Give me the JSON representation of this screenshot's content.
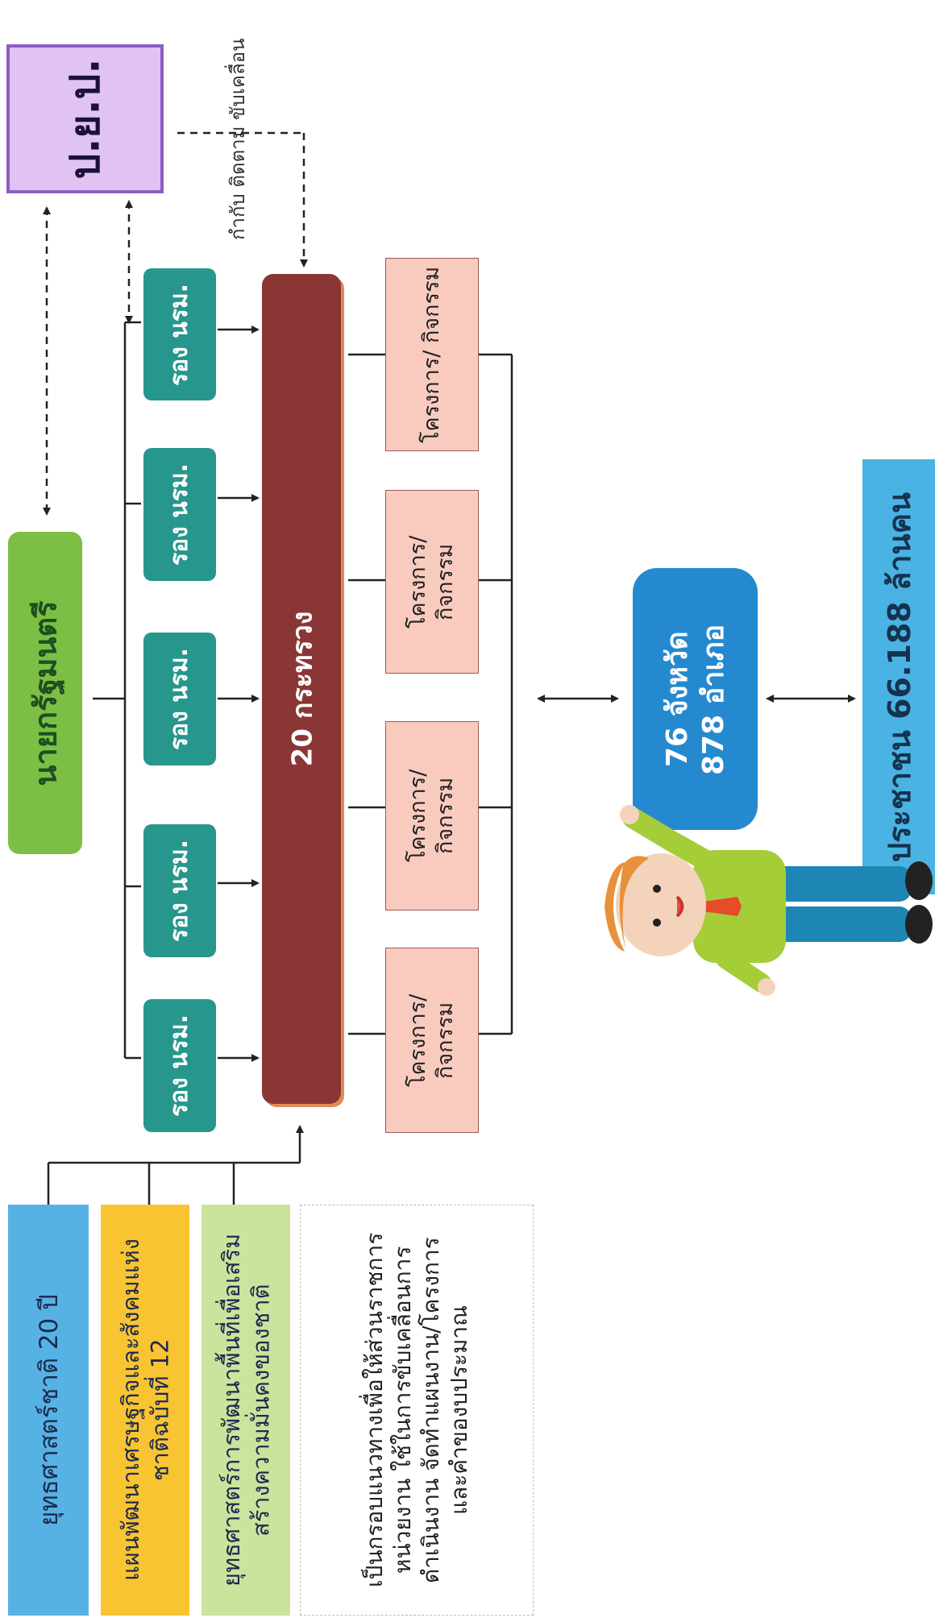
{
  "prime_minister": "นายกรัฐมนตรี",
  "pyp": "ป.ย.ป.",
  "pyp_note": "กำกับ ติดตาม ขับเคลื่อน",
  "deputy_pms": [
    "รอง นรม.",
    "รอง นรม.",
    "รอง นรม.",
    "รอง นรม.",
    "รอง นรม."
  ],
  "ministries": "20 กระทรวง",
  "projects": [
    "โครงการ/ กิจกรรม",
    "โครงการ/ กิจกรรม",
    "โครงการ/ กิจกรรม",
    "โครงการ/ กิจกรรม"
  ],
  "provinces": {
    "line1": "76 จังหวัด",
    "line2": "878 อำเภอ"
  },
  "population": "ประชาชน 66.188 ล้านคน",
  "strategies": {
    "national_strategy": "ยุทธศาสตร์ชาติ 20 ปี",
    "development_plan": "แผนพัฒนาเศรษฐกิจและสังคมแห่งชาติฉบับที่ 12",
    "area_strategy": "ยุทธศาสตร์การพัฒนาพื้นที่เพื่อเสริมสร้างความมั่นคงของชาติ",
    "framework": "เป็นกรอบแนวทางเพื่อให้ส่วนราชการ หน่วยงาน ใช้ในการขับเคลื่อนการดำเนินงาน จัดทำแผนงาน/โครงการและคำของบประมาณ"
  },
  "colors": {
    "prime_minister": "#7cbf44",
    "pyp": "#e0c3f2",
    "deputy": "#27978d",
    "ministry": "#8a3634",
    "project": "#f9cbbf",
    "province": "#2589d0",
    "population": "#4ab3e3"
  },
  "icons": {
    "person": "cartoon-man-icon"
  }
}
